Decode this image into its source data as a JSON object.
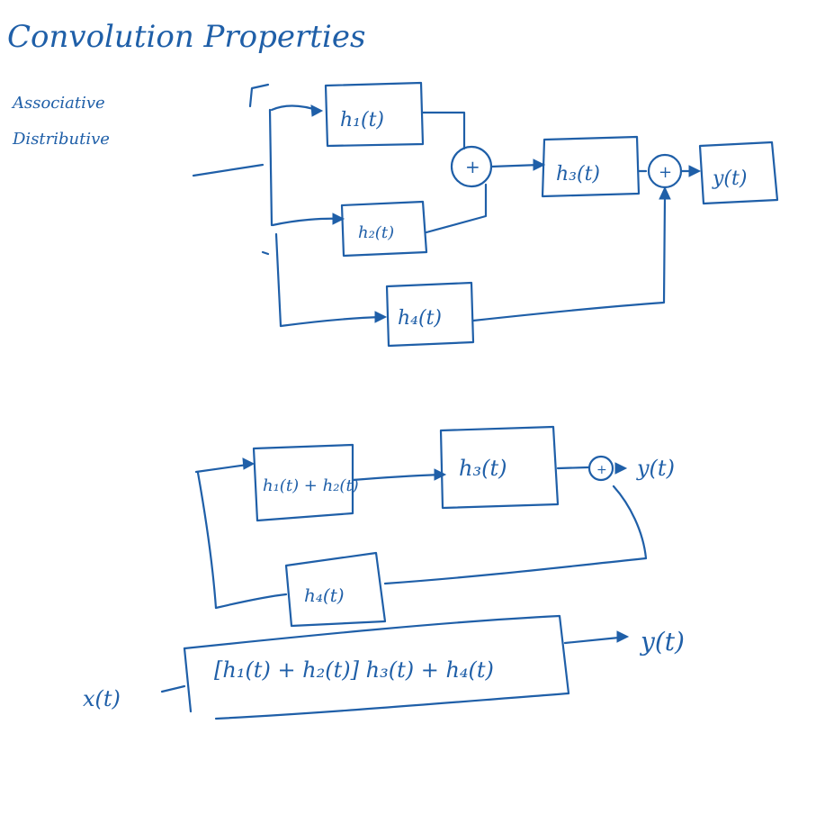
{
  "colors": {
    "ink": "#1f5fa8",
    "background": "#ffffff"
  },
  "header": {
    "title": "Convolution Properties",
    "subtitle_1": "Associative",
    "subtitle_2": "Distributive"
  },
  "diagram1": {
    "blocks": {
      "h1": "h₁(t)",
      "h2": "h₂(t)",
      "h3": "h₃(t)",
      "h4": "h₄(t)",
      "y": "y(t)"
    },
    "sum_symbol": "+"
  },
  "diagram2": {
    "blocks": {
      "h12": "h₁(t) + h₂(t)",
      "h3": "h₃(t)",
      "h4": "h₄(t)"
    },
    "sum_symbol": "+",
    "output": "y(t)"
  },
  "diagram3": {
    "input": "x(t)",
    "expression": "[h₁(t) + h₂(t)] h₃(t) + h₄(t)",
    "output": "y(t)"
  }
}
